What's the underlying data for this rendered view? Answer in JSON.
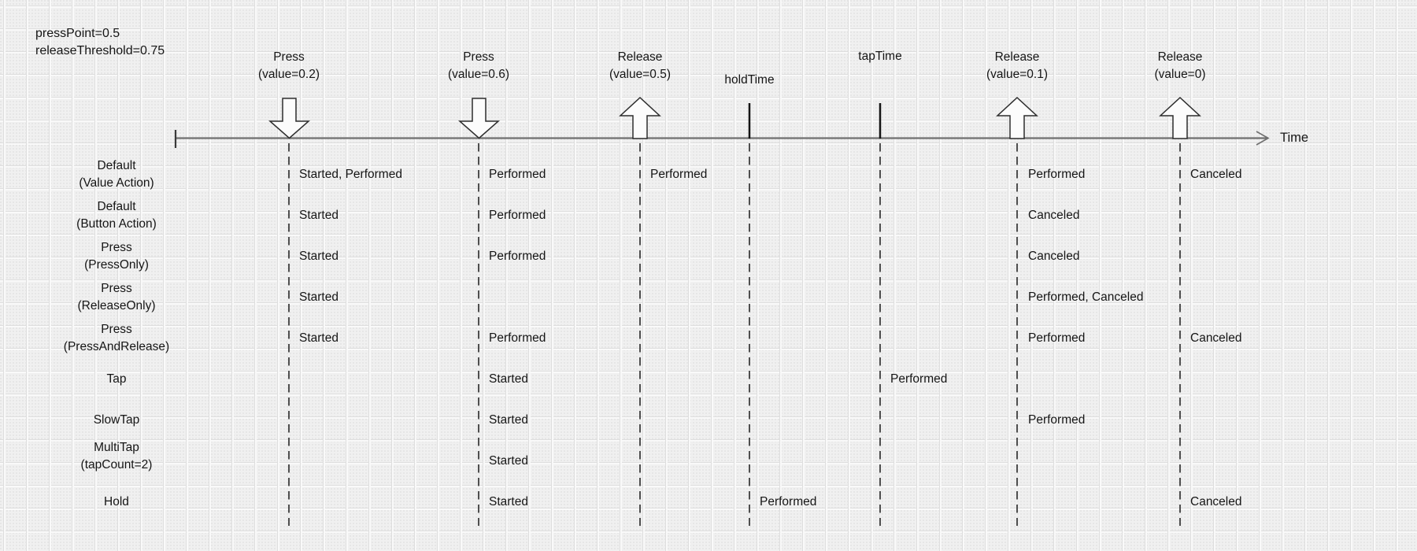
{
  "annotation": {
    "line1": "pressPoint=0.5",
    "line2": "releaseThreshold=0.75"
  },
  "axis": {
    "label": "Time"
  },
  "events": [
    {
      "name": "press-value-0.2",
      "line1": "Press",
      "line2": "(value=0.2)",
      "marker": "arrow-down-icon"
    },
    {
      "name": "press-value-0.6",
      "line1": "Press",
      "line2": "(value=0.6)",
      "marker": "arrow-down-icon"
    },
    {
      "name": "release-value-0.5",
      "line1": "Release",
      "line2": "(value=0.5)",
      "marker": "arrow-up-icon"
    },
    {
      "name": "hold-time",
      "line1": "holdTime",
      "marker": "tick-mark"
    },
    {
      "name": "tap-time",
      "line1": "tapTime",
      "marker": "tick-mark"
    },
    {
      "name": "release-value-0.1",
      "line1": "Release",
      "line2": "(value=0.1)",
      "marker": "arrow-up-icon"
    },
    {
      "name": "release-value-0",
      "line1": "Release",
      "line2": "(value=0)",
      "marker": "arrow-up-icon"
    }
  ],
  "rows": [
    {
      "label1": "Default",
      "label2": "(Value Action)",
      "cells": [
        {
          "event": "press-value-0.2",
          "text": "Started, Performed"
        },
        {
          "event": "press-value-0.6",
          "text": "Performed"
        },
        {
          "event": "release-value-0.5",
          "text": "Performed"
        },
        {
          "event": "release-value-0.1",
          "text": "Performed"
        },
        {
          "event": "release-value-0",
          "text": "Canceled"
        }
      ]
    },
    {
      "label1": "Default",
      "label2": "(Button Action)",
      "cells": [
        {
          "event": "press-value-0.2",
          "text": "Started"
        },
        {
          "event": "press-value-0.6",
          "text": "Performed"
        },
        {
          "event": "release-value-0.1",
          "text": "Canceled"
        }
      ]
    },
    {
      "label1": "Press",
      "label2": "(PressOnly)",
      "cells": [
        {
          "event": "press-value-0.2",
          "text": "Started"
        },
        {
          "event": "press-value-0.6",
          "text": "Performed"
        },
        {
          "event": "release-value-0.1",
          "text": "Canceled"
        }
      ]
    },
    {
      "label1": "Press",
      "label2": "(ReleaseOnly)",
      "cells": [
        {
          "event": "press-value-0.2",
          "text": "Started"
        },
        {
          "event": "release-value-0.1",
          "text": "Performed, Canceled"
        }
      ]
    },
    {
      "label1": "Press",
      "label2": "(PressAndRelease)",
      "cells": [
        {
          "event": "press-value-0.2",
          "text": "Started"
        },
        {
          "event": "press-value-0.6",
          "text": "Performed"
        },
        {
          "event": "release-value-0.1",
          "text": "Performed"
        },
        {
          "event": "release-value-0",
          "text": "Canceled"
        }
      ]
    },
    {
      "label1": "Tap",
      "label2": "",
      "cells": [
        {
          "event": "press-value-0.6",
          "text": "Started"
        },
        {
          "event": "tap-time",
          "text": "Performed"
        }
      ]
    },
    {
      "label1": "SlowTap",
      "label2": "",
      "cells": [
        {
          "event": "press-value-0.6",
          "text": "Started"
        },
        {
          "event": "release-value-0.1",
          "text": "Performed"
        }
      ]
    },
    {
      "label1": "MultiTap",
      "label2": "(tapCount=2)",
      "cells": [
        {
          "event": "press-value-0.6",
          "text": "Started"
        }
      ]
    },
    {
      "label1": "Hold",
      "label2": "",
      "cells": [
        {
          "event": "press-value-0.6",
          "text": "Started"
        },
        {
          "event": "hold-time",
          "text": "Performed"
        },
        {
          "event": "release-value-0",
          "text": "Canceled"
        }
      ]
    }
  ],
  "colors": {
    "background": "#f0f0f0",
    "text": "#151515",
    "axis": "#6f6f6f",
    "guideline": "#3d3d3d",
    "marker_outline": "#2d2d2d",
    "marker_fill": "#fcfcfc"
  }
}
